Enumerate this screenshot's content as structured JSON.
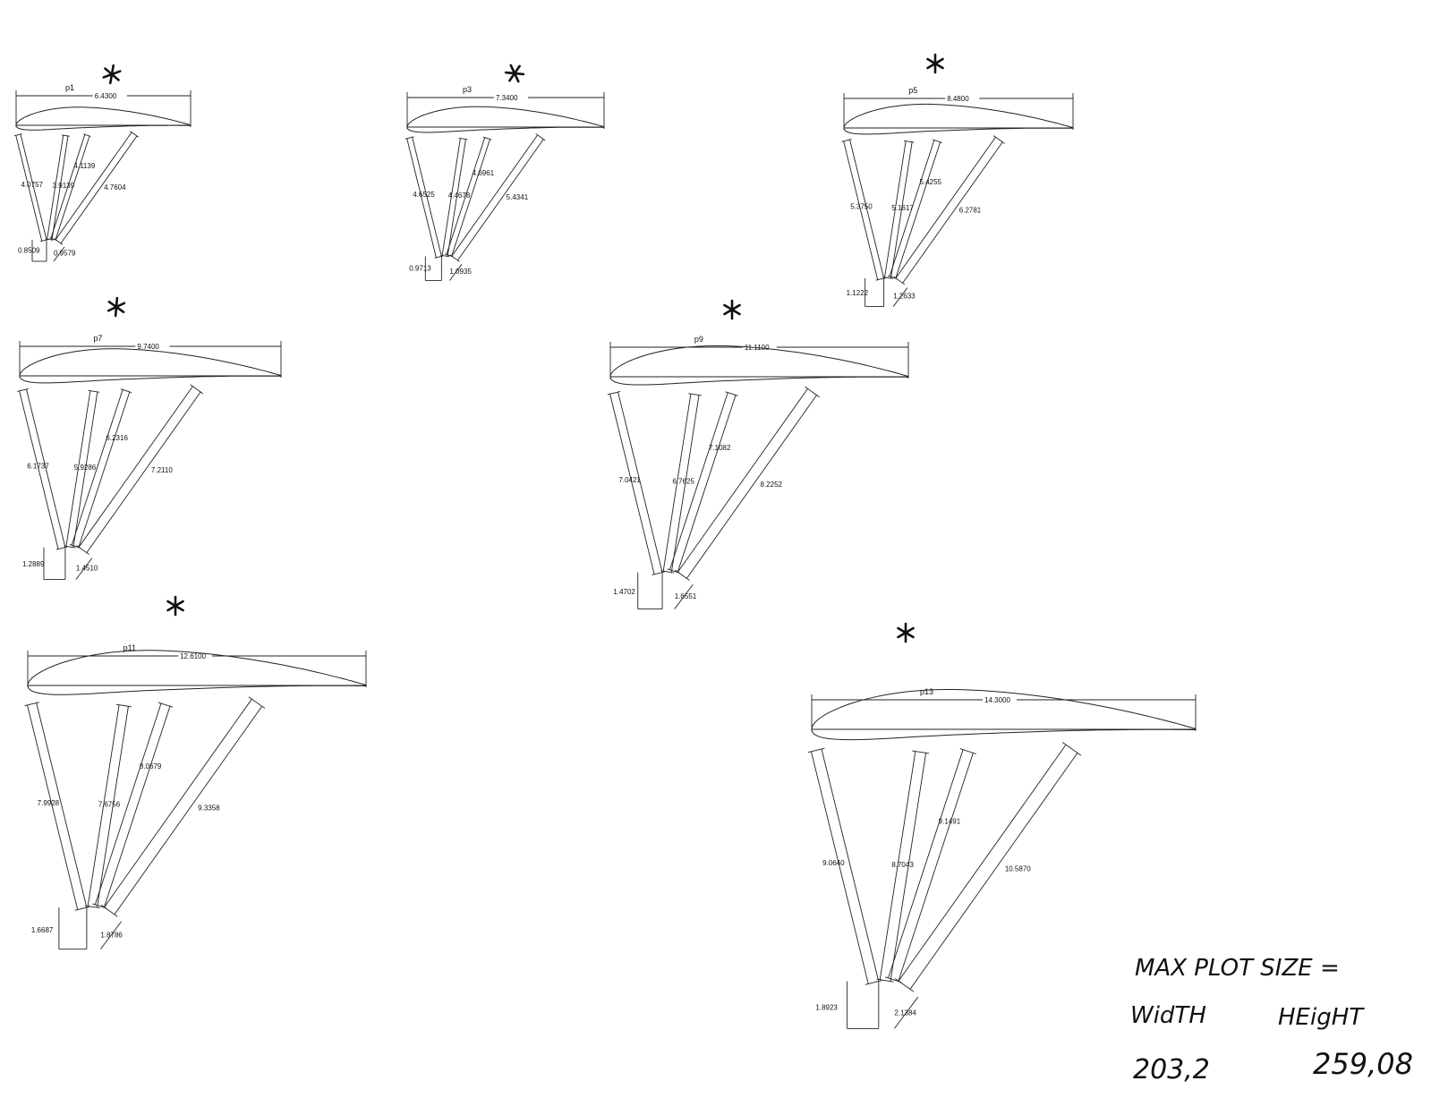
{
  "parts": [
    {
      "id": "p1",
      "name": "p1",
      "chord_label": "6.4300",
      "long_struts": [
        "4.0757",
        "3.9139",
        "4.1139",
        "4.7604"
      ],
      "base_heights": [
        "0.8509"
      ],
      "base_widths": [
        "0.9579"
      ],
      "starred": true
    },
    {
      "id": "p3",
      "name": "p3",
      "chord_label": "7.3400",
      "long_struts": [
        "4.6525",
        "4.4678",
        "4.6961",
        "5.4341"
      ],
      "base_heights": [
        "0.9713"
      ],
      "base_widths": [
        "1.0935"
      ],
      "starred": true
    },
    {
      "id": "p5",
      "name": "p5",
      "chord_label": "8.4800",
      "long_struts": [
        "5.3750",
        "5.1617",
        "5.4255",
        "6.2781"
      ],
      "base_heights": [
        "1.1222"
      ],
      "base_widths": [
        "1.2633"
      ],
      "starred": true
    },
    {
      "id": "p7",
      "name": "p7",
      "chord_label": "9.7400",
      "long_struts": [
        "6.1737",
        "5.9286",
        "6.2316",
        "7.2110"
      ],
      "base_heights": [
        "1.2889"
      ],
      "base_widths": [
        "1.4510"
      ],
      "starred": true
    },
    {
      "id": "p9",
      "name": "p9",
      "chord_label": "11.1100",
      "long_struts": [
        "7.0421",
        "6.7625",
        "7.1082",
        "8.2252"
      ],
      "base_heights": [
        "1.4702"
      ],
      "base_widths": [
        "1.6551"
      ],
      "starred": true
    },
    {
      "id": "p11",
      "name": "p11",
      "chord_label": "12.6100",
      "long_struts": [
        "7.9928",
        "7.6756",
        "8.0679",
        "9.3358"
      ],
      "base_heights": [
        "1.6687"
      ],
      "base_widths": [
        "1.8786"
      ],
      "starred": true
    },
    {
      "id": "p13",
      "name": "p13",
      "chord_label": "14.3000",
      "long_struts": [
        "9.0640",
        "8.7043",
        "9.1491",
        "10.5870"
      ],
      "base_heights": [
        "1.8923"
      ],
      "base_widths": [
        "2.1384"
      ],
      "starred": true
    }
  ],
  "handwritten_note": {
    "line1": "MAX PLOT SIZE =",
    "line2_a": "WidTH",
    "line2_b": "HEigHT",
    "line3_a": "203,2",
    "line3_b": "259,08"
  }
}
